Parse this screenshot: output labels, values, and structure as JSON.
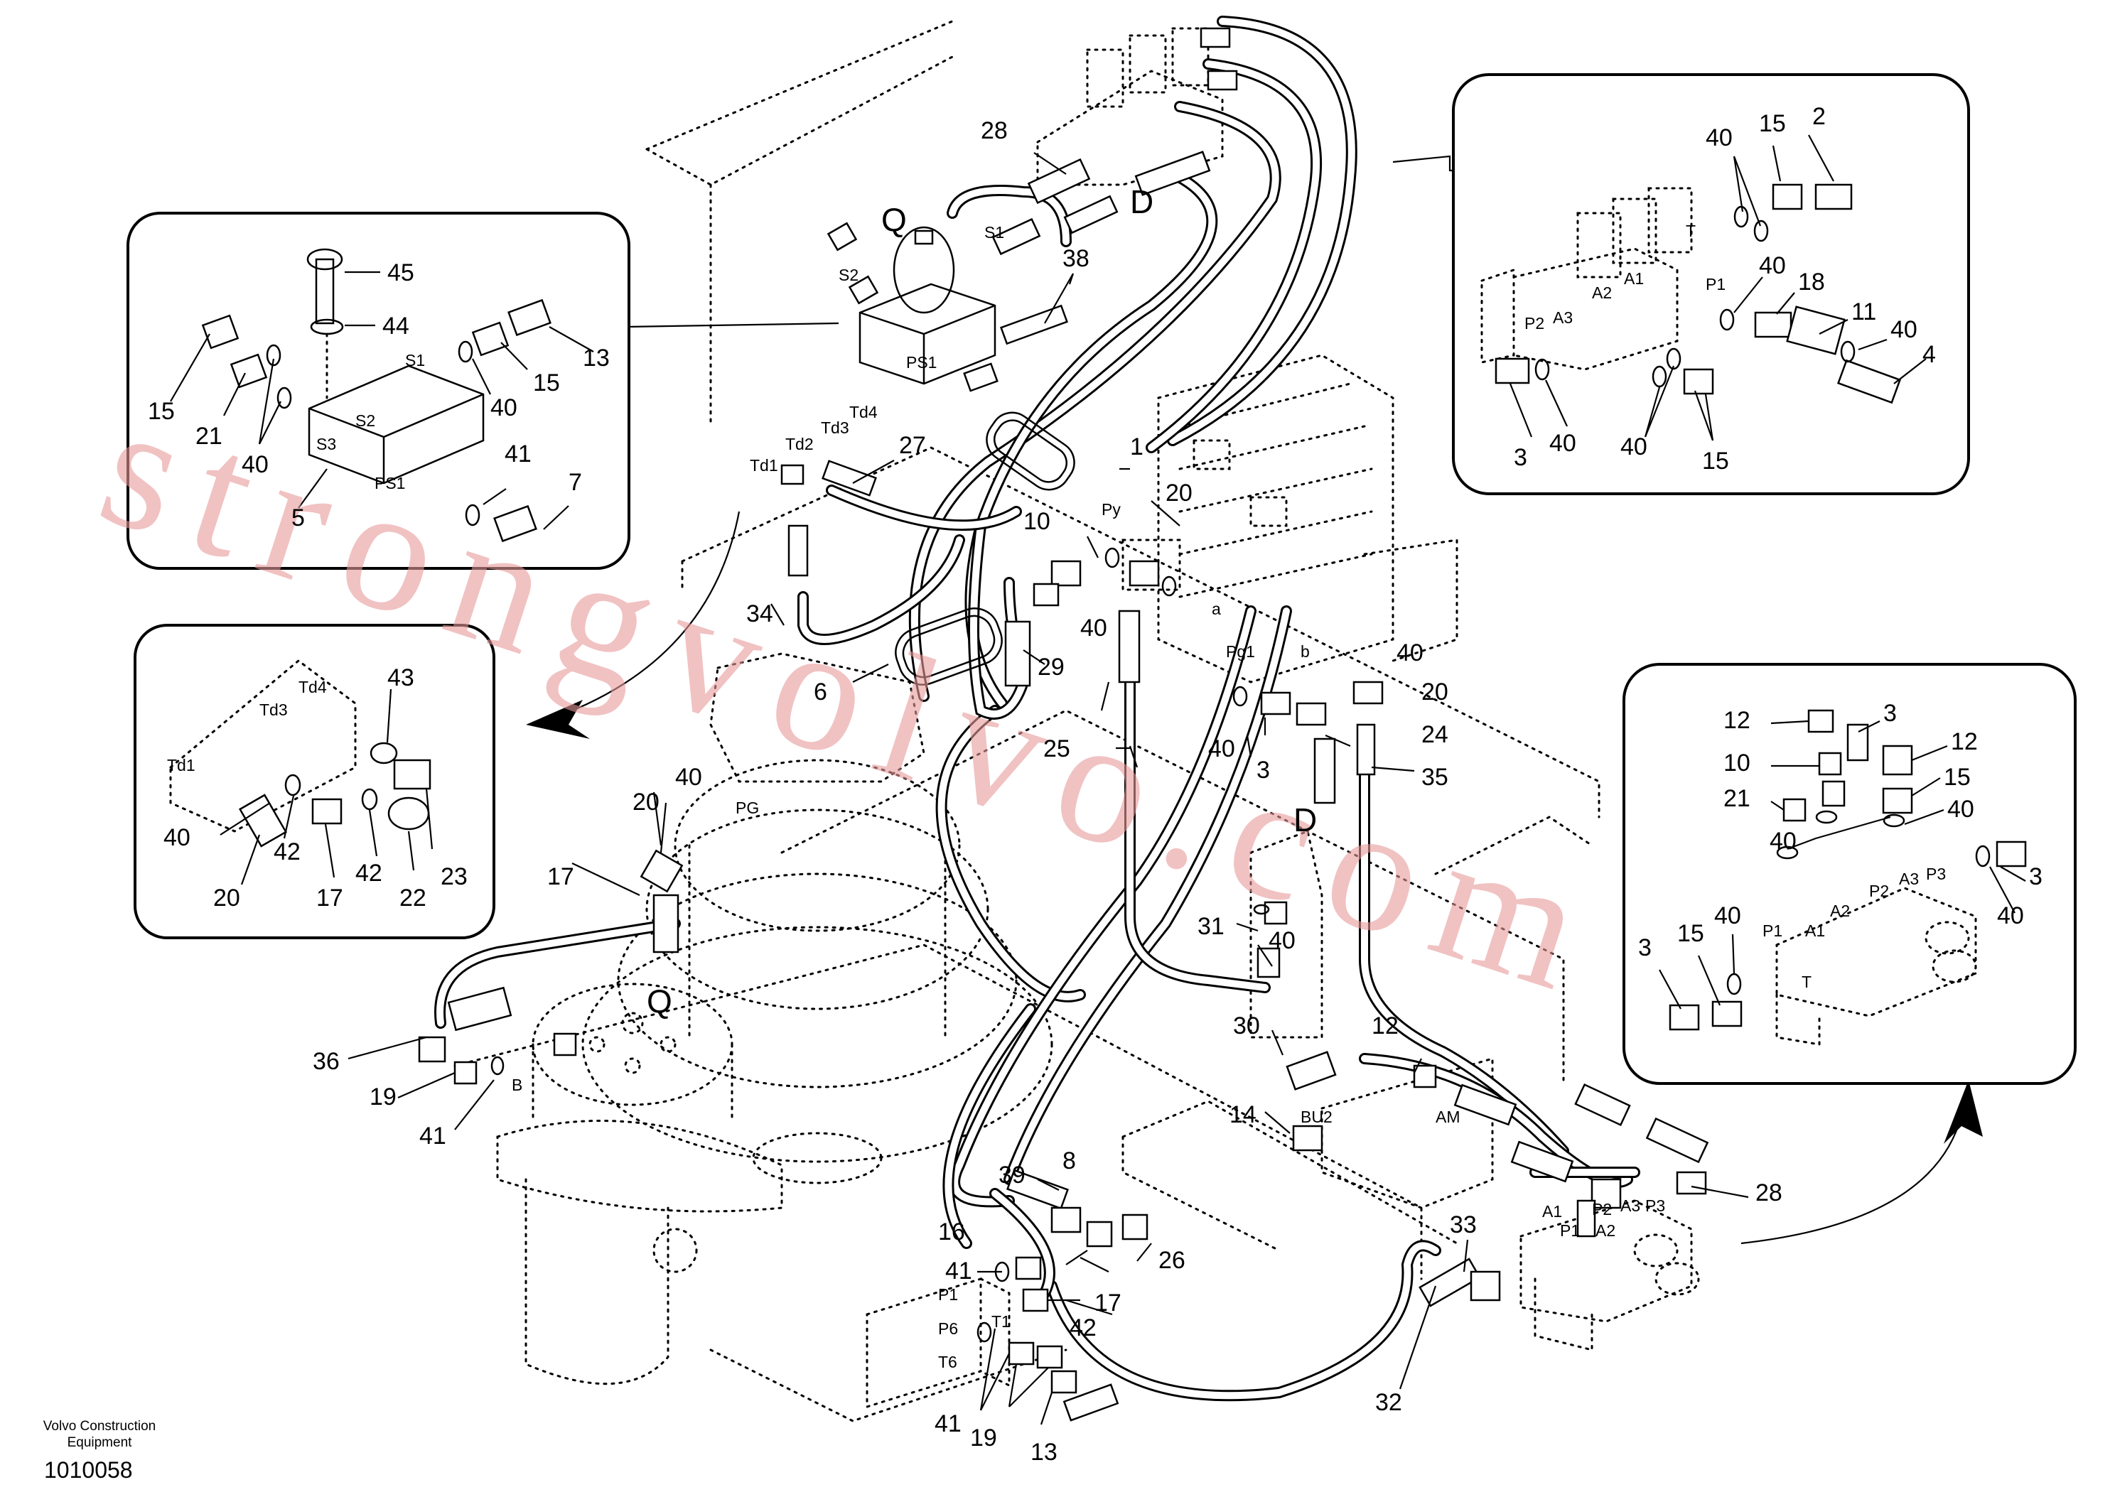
{
  "labels": {
    "L1": "1",
    "L2": "2",
    "L3a": "3",
    "L3b": "3",
    "L3c": "3",
    "L3d": "3",
    "L3e": "3",
    "L4": "4",
    "L5": "5",
    "L6": "6",
    "L7": "7",
    "L8": "8",
    "L10a": "10",
    "L10b": "10",
    "L11": "11",
    "L12a": "12",
    "L12b": "12",
    "L12c": "12",
    "L13a": "13",
    "L13b": "13",
    "L14": "14",
    "L15a": "15",
    "L15b": "15",
    "L15c": "15",
    "L15d": "15",
    "L15e": "15",
    "L15f": "15",
    "L16": "16",
    "L17a": "17",
    "L17b": "17",
    "L17c": "17",
    "L18": "18",
    "L19a": "19",
    "L19b": "19",
    "L20a": "20",
    "L20b": "20",
    "L20c": "20",
    "L20d": "20",
    "L21a": "21",
    "L21b": "21",
    "L22": "22",
    "L23": "23",
    "L24": "24",
    "L25": "25",
    "L26": "26",
    "L27": "27",
    "L28a": "28",
    "L28b": "28",
    "L29": "29",
    "L30": "30",
    "L31": "31",
    "L32": "32",
    "L33": "33",
    "L34": "34",
    "L35": "35",
    "L36": "36",
    "L38": "38",
    "L39": "39",
    "L40a": "40",
    "L40b": "40",
    "L40c": "40",
    "L40d": "40",
    "L40e": "40",
    "L40f": "40",
    "L40g": "40",
    "L40h": "40",
    "L40i": "40",
    "L40j": "40",
    "L40k": "40",
    "L40l": "40",
    "L40m": "40",
    "L40n": "40",
    "L40o": "40",
    "L40p": "40",
    "L40q": "40",
    "L41a": "41",
    "L41b": "41",
    "L41c": "41",
    "L41d": "41",
    "L42a": "42",
    "L42b": "42",
    "L42c": "42",
    "L43": "43",
    "L44": "44",
    "L45": "45"
  },
  "ports": {
    "S1a": "S1",
    "S1b": "S1",
    "S2a": "S2",
    "S2b": "S2",
    "S3": "S3",
    "PS1a": "PS1",
    "PS1b": "PS1",
    "Td1a": "Td1",
    "Td1b": "Td1",
    "Td2": "Td2",
    "Td3a": "Td3",
    "Td3b": "Td3",
    "Td4a": "Td4",
    "Td4b": "Td4",
    "Pyc": "Py",
    "a": "a",
    "b": "b",
    "Pg1": "Pg1",
    "PG": "PG",
    "B": "B",
    "BU2": "BU2",
    "AM": "AM",
    "P1a": "P1",
    "P1b": "P1",
    "P1c": "P1",
    "P1d": "P1",
    "P2a": "P2",
    "P2b": "P2",
    "P2c": "P2",
    "P3a": "P3",
    "P3b": "P3",
    "A1a": "A1",
    "A1b": "A1",
    "A1c": "A1",
    "A2a": "A2",
    "A2b": "A2",
    "A2c": "A2",
    "A3a": "A3",
    "A3b": "A3",
    "A3c": "A3",
    "Ta": "T",
    "Tb": "T",
    "P6": "P6",
    "T1": "T1",
    "T6": "T6"
  },
  "connections": {
    "Q1": "Q",
    "Q2": "Q",
    "D1": "D",
    "D2": "D"
  },
  "footer": {
    "company_line1": "Volvo Construction",
    "company_line2": "Equipment",
    "doc_number": "1010058"
  },
  "watermark": "strongvolvo.com",
  "colors": {
    "line": "#000000",
    "background": "#ffffff",
    "watermark": "#e79a9a"
  }
}
